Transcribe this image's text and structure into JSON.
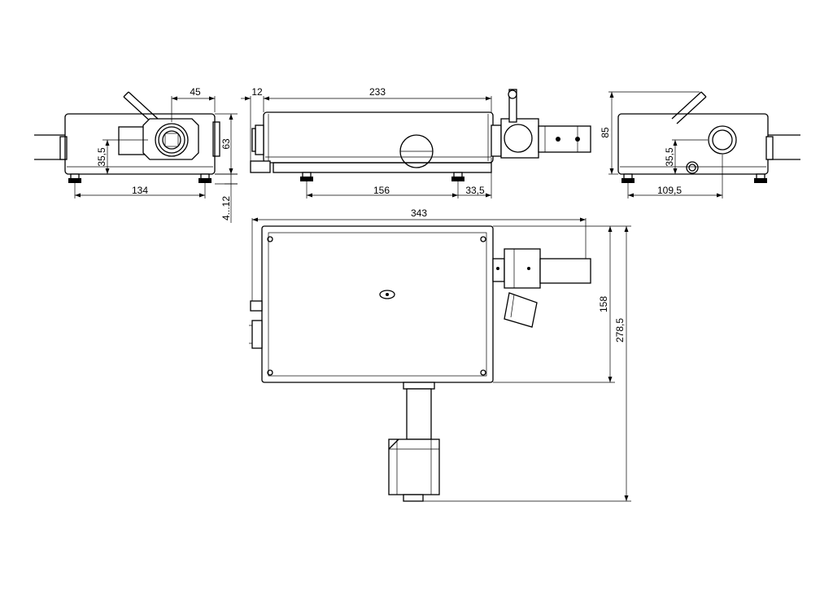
{
  "dimensions": {
    "left_view": {
      "width_top": "45",
      "height_vertical": "63",
      "axis_height": "35,5",
      "width_bottom": "134",
      "foot_range": "4...12"
    },
    "front_view": {
      "offset_left": "12",
      "length_top": "233",
      "feet_spacing": "156",
      "right_offset": "33,5"
    },
    "right_view": {
      "height_vertical": "85",
      "axis_height": "35,5",
      "width_bottom": "109,5"
    },
    "top_view": {
      "overall_width": "343",
      "body_height": "158",
      "overall_height": "278,5"
    }
  },
  "colors": {
    "line": "#000000",
    "background": "#ffffff"
  }
}
